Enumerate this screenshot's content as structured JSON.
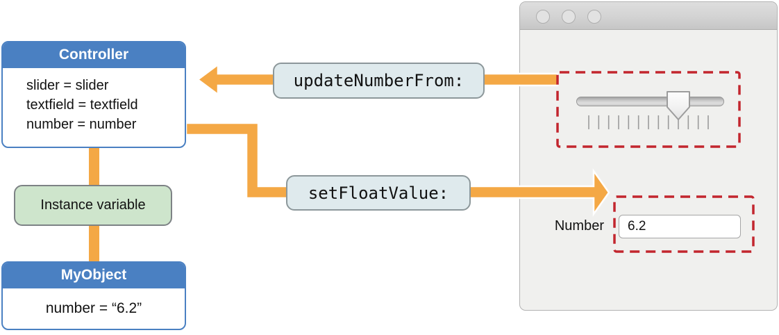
{
  "diagram": {
    "controller": {
      "title": "Controller",
      "lines": [
        "slider = slider",
        "textfield = textfield",
        "number = number"
      ]
    },
    "instance_variable": {
      "label": "Instance variable"
    },
    "my_object": {
      "title": "MyObject",
      "line": "number = “6.2”"
    },
    "messages": {
      "update_number_from": "updateNumberFrom:",
      "set_float_value": "setFloatValue:"
    }
  },
  "window": {
    "number_label": "Number",
    "number_field_value": "6.2",
    "slider": {
      "value_fraction": 0.69,
      "tick_count": 13
    }
  },
  "colors": {
    "accent_orange": "#f4a845",
    "box_blue": "#4a80c2",
    "green_fill": "#cee5cc",
    "highlight_red": "#c2262e",
    "message_label_fill": "#dfeaed",
    "window_body": "#f0f0ee"
  }
}
